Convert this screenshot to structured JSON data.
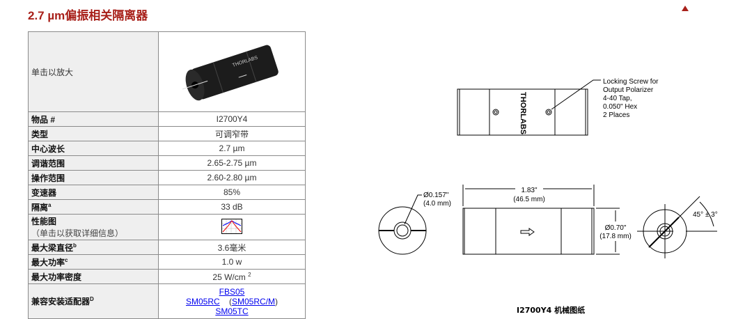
{
  "title": "2.7 µm偏振相关隔离器",
  "table": {
    "image_label": "单击以放大",
    "rows": {
      "item": {
        "label": "物品 #",
        "value": "I2700Y4"
      },
      "type": {
        "label": "类型",
        "value": "可调窄带"
      },
      "center": {
        "label": "中心波长",
        "value": "2.7 µm"
      },
      "tuning": {
        "label": "调谐范围",
        "value": "2.65-2.75 µm"
      },
      "operating": {
        "label": "操作范围",
        "value": "2.60-2.80 µm"
      },
      "transmission": {
        "label": "变速器",
        "value": "85%"
      },
      "isolation": {
        "label": "隔离",
        "sup": "a",
        "value": "33 dB"
      },
      "performance": {
        "label": "性能图",
        "sublabel": "（单击以获取详细信息）"
      },
      "beam": {
        "label": "最大梁直径",
        "sup": "b",
        "value": "3.6毫米"
      },
      "power": {
        "label": "最大功率",
        "sup": "c",
        "value": "1.0 w"
      },
      "density": {
        "label": "最大功率密度",
        "value": "25 W/cm",
        "sup": "2"
      },
      "adapters": {
        "label": "兼容安装适配器",
        "sup": "D",
        "links": [
          "FBS05",
          "SM05RC",
          "SM05RC/M",
          "SM05TC"
        ]
      }
    }
  },
  "drawing": {
    "callout": [
      "Locking Screw for",
      "Output Polarizer",
      "4-40 Tap,",
      "0.050\" Hex",
      "2 Places"
    ],
    "logo": "THORLABS",
    "length": [
      "1.83\"",
      "(46.5 mm)"
    ],
    "bore": [
      "Ø0.157\"",
      "(4.0 mm)"
    ],
    "diameter": [
      "Ø0.70\"",
      "(17.8 mm)"
    ],
    "angle": "45° ± 3°",
    "caption": "I2700Y4 机械图纸"
  }
}
